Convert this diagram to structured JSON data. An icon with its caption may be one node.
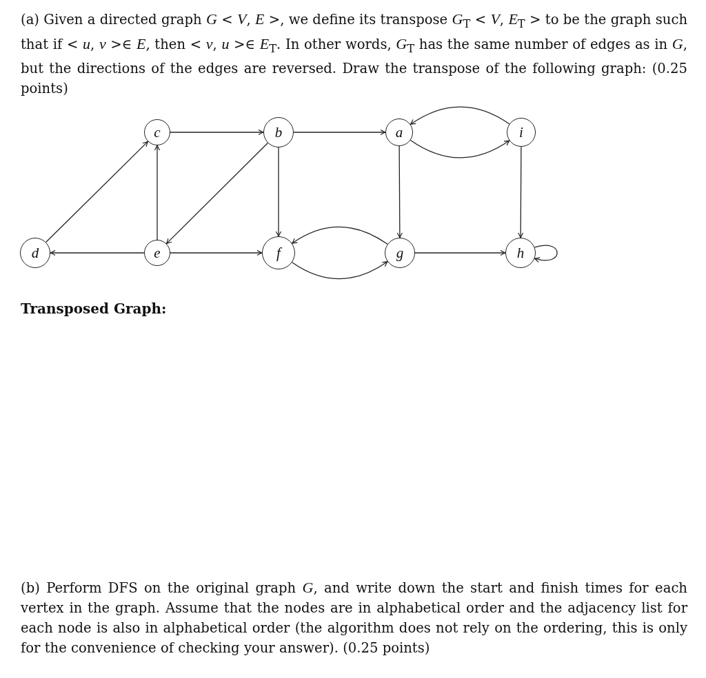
{
  "diagram": {
    "nodes": [
      {
        "text": [
          "c"
        ]
      },
      {
        "text": [
          "b"
        ]
      },
      {
        "text": [
          "a"
        ]
      },
      {
        "text": [
          "i"
        ]
      },
      {
        "text": [
          "d"
        ]
      },
      {
        "text": [
          "e"
        ]
      },
      {
        "text": [
          "f"
        ]
      },
      {
        "text": [
          "g"
        ]
      },
      {
        "text": [
          "h"
        ]
      }
    ],
    "edges": [
      {
        "from": 0,
        "to": 1,
        "arrow": "to"
      },
      {
        "from": 1,
        "to": 2,
        "arrow": "to"
      },
      {
        "from": 2,
        "to": 3,
        "arrow": "to"
      },
      {
        "from": 3,
        "to": 2,
        "arrow": "to"
      },
      {
        "from": 4,
        "to": 0,
        "arrow": "to"
      },
      {
        "from": 5,
        "to": 0,
        "arrow": "to"
      },
      {
        "from": 1,
        "to": 5,
        "arrow": "to"
      },
      {
        "from": 1,
        "to": 6,
        "arrow": "to"
      },
      {
        "from": 2,
        "to": 7,
        "arrow": "to"
      },
      {
        "from": 3,
        "to": 8,
        "arrow": "to"
      },
      {
        "from": 5,
        "to": 4,
        "arrow": "to"
      },
      {
        "from": 5,
        "to": 6,
        "arrow": "to"
      },
      {
        "from": 7,
        "to": 6,
        "arrow": "to"
      },
      {
        "from": 6,
        "to": 7,
        "arrow": "to"
      },
      {
        "from": 7,
        "to": 8,
        "arrow": "to"
      },
      {
        "from": 8,
        "to": 8,
        "arrow": "to"
      }
    ],
    "labels": [
      "(a) Given a directed graph *G* < *V*, *E* >, we define its transpose *G*$_{T}$ < *V*, *E*$_{T}$ > to be the graph such that if < *u*, *v* >∈ *E*, then < *v*, *u* >∈ *E*$_{T}$. In other words, *G*$_{T}$ has the same number of edges as in *G*, but the directions of the edges are reversed. Draw the transpose of the following graph: (0.25 points)",
      "Transposed Graph:",
      "(b) Perform DFS on the original graph *G*, and write down the start and finish times for each vertex in the graph. Assume that the nodes are in alphabetical order and the adjacency list for each node is also in alphabetical order (the algorithm does not rely on the ordering, this is only for the convenience of checking your answer). (0.25 points)"
    ]
  }
}
